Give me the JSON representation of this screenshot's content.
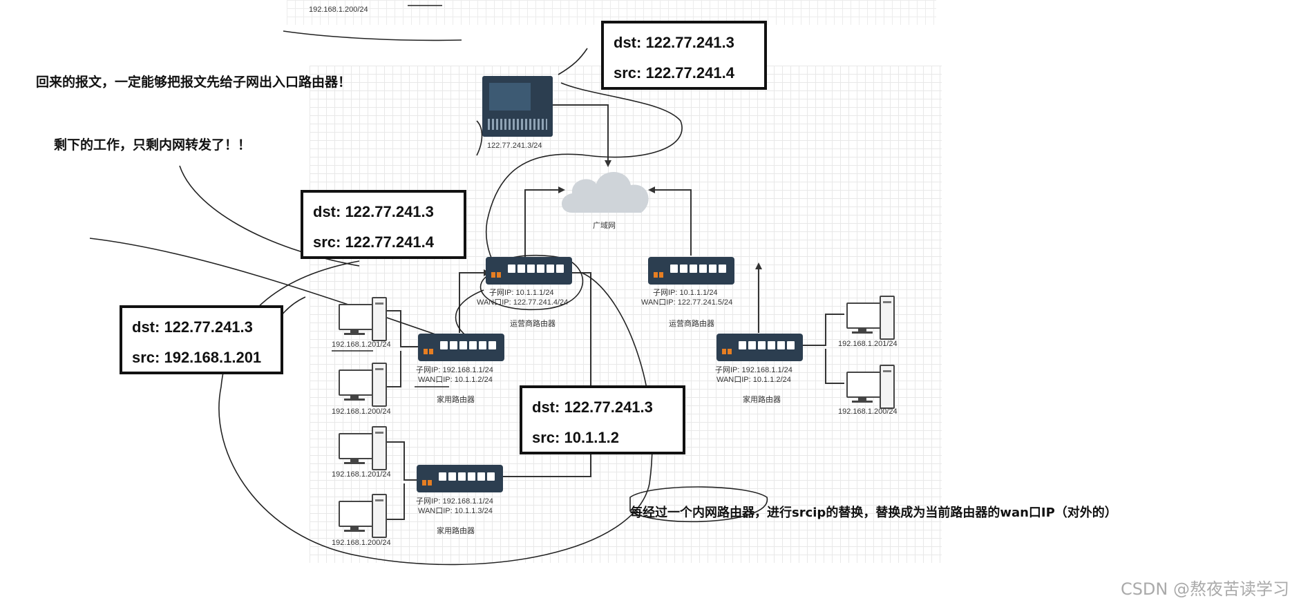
{
  "top_label": "192.168.1.200/24",
  "notes": {
    "note1": "回来的报文，一定能够把报文先给子网出入口路由器！",
    "note2": "剩下的工作，只剩内网转发了！！",
    "note3": "每经过一个内网路由器，进行srcip的替换，替换成为当前路由器的wan口IP（对外的）"
  },
  "packets": [
    {
      "dst": "dst: 122.77.241.3",
      "src": "src:   122.77.241.4"
    },
    {
      "dst": "dst: 122.77.241.3",
      "src": "src:   122.77.241.4"
    },
    {
      "dst": "dst: 122.77.241.3",
      "src": "src: 192.168.1.201"
    },
    {
      "dst": "dst: 122.77.241.3",
      "src": "src:   10.1.1.2"
    }
  ],
  "server": {
    "ip": "122.77.241.3/24"
  },
  "cloud": {
    "label": "广域网"
  },
  "routers": {
    "isp1": {
      "lan": "子网IP:   10.1.1.1/24",
      "wan": "WAN口IP:  122.77.241.4/24",
      "name": "运营商路由器"
    },
    "isp2": {
      "lan": "子网IP:   10.1.1.1/24",
      "wan": "WAN口IP:  122.77.241.5/24",
      "name": "运营商路由器"
    },
    "home1": {
      "lan": "子网IP:   192.168.1.1/24",
      "wan": "WAN口IP:  10.1.1.2/24",
      "name": "家用路由器"
    },
    "home2": {
      "lan": "子网IP:   192.168.1.1/24",
      "wan": "WAN口IP:  10.1.1.2/24",
      "name": "家用路由器"
    },
    "home3": {
      "lan": "子网IP:   192.168.1.1/24",
      "wan": "WAN口IP:  10.1.1.3/24",
      "name": "家用路由器"
    }
  },
  "pcs": {
    "pc1": "192.168.1.201/24",
    "pc2": "192.168.1.200/24",
    "pc3": "192.168.1.201/24",
    "pc4": "192.168.1.200/24",
    "pc5": "192.168.1.201/24",
    "pc6": "192.168.1.200/24"
  },
  "watermark": "CSDN @熬夜苦读学习"
}
